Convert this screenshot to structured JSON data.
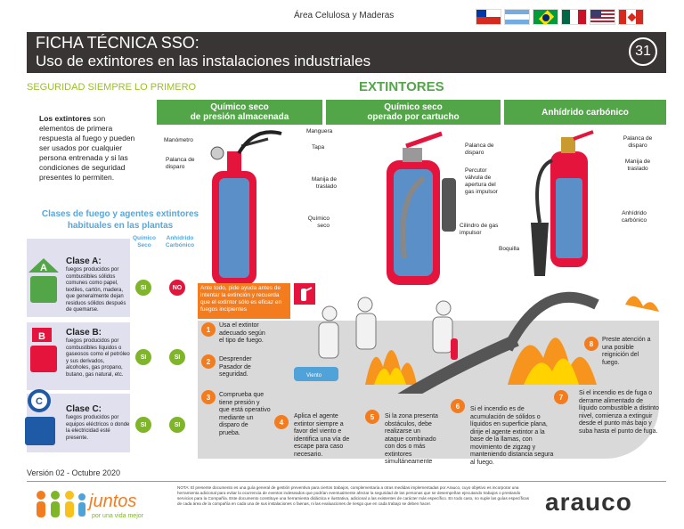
{
  "header": {
    "area": "Área Celulosa y Maderas",
    "title_line1": "FICHA TÉCNICA SSO:",
    "title_line2": "Uso de extintores en las instalaciones industriales",
    "page_number": "31",
    "flags": [
      "chile-flag",
      "argentina-flag",
      "brazil-flag",
      "mexico-flag",
      "usa-flag",
      "canada-flag"
    ]
  },
  "slogan": "SEGURIDAD SIEMPRE LO PRIMERO",
  "heading": "EXTINTORES",
  "columns": [
    {
      "line1": "Químico seco",
      "line2": "de presión almacenada"
    },
    {
      "line1": "Químico seco",
      "line2": "operado por cartucho"
    },
    {
      "line1": "Anhídrido carbónico",
      "line2": ""
    }
  ],
  "intro": {
    "bold": "Los extintores",
    "rest": " son elementos de primera respuesta al fuego y pueden ser usados por cualquier persona entrenada y si las condiciones de seguridad presentes lo permiten."
  },
  "classes_title": "Clases de fuego y agentes extintores habituales en las plantas",
  "agent_headers": {
    "quimico": "Químico Seco",
    "anhidrido": "Anhídrido Carbónico"
  },
  "classes": [
    {
      "letter": "A",
      "name": "Clase A:",
      "desc": "fuegos producidos por combustibles sólidos comunes como papel, textiles, cartón, madera, que generalmente dejan residuos sólidos después de quemarse.",
      "quimico": "SI",
      "anhidrido": "NO"
    },
    {
      "letter": "B",
      "name": "Clase B:",
      "desc": "fuegos producidos por combustibles líquidos o gaseosos como el petróleo y sus derivados, alcoholes, gas propano, butano, gas natural, etc.",
      "quimico": "SI",
      "anhidrido": "SI"
    },
    {
      "letter": "C",
      "name": "Clase C:",
      "desc": "fuegos producidos por equipos eléctricos o donde la electricidad esté presente.",
      "quimico": "SI",
      "anhidrido": "SI"
    }
  ],
  "extinguisher_labels": {
    "manometro": "Manómetro",
    "palanca1": "Palanca de disparo",
    "manguera": "Manguera",
    "tapa": "Tapa",
    "manija1": "Manija de traslado",
    "quimico_seco": "Químico seco",
    "palanca2": "Palanca de disparo",
    "percutor": "Percutor válvula de apertura del gas impulsor",
    "cilindro": "Cilindro de gas impulsor",
    "boquilla": "Boquilla",
    "palanca3": "Palanca de disparo",
    "manija3": "Manija de traslado",
    "anhidrido": "Anhídrido carbónico"
  },
  "warning": "Ante todo, pide ayuda antes de intentar la extinción y recuerda que el extintor sólo es eficaz en fuegos incipientes",
  "wind_label": "Viento",
  "steps": [
    {
      "n": "1",
      "text": "Usa el extintor adecuado según el tipo de fuego."
    },
    {
      "n": "2",
      "text": "Desprender Pasador de seguridad."
    },
    {
      "n": "3",
      "text": "Comprueba que tiene presión y que está operativo mediante un disparo de prueba."
    },
    {
      "n": "4",
      "text": "Aplica el agente extintor siempre a favor del viento e identifica una vía de escape para caso necesario."
    },
    {
      "n": "5",
      "text": "Si la zona presenta obstáculos, debe realizarse un ataque combinado con dos o más extintores simultáneamente"
    },
    {
      "n": "6",
      "text": "Si el incendio es de acumulación de sólidos o líquidos en superficie plana, dirije el agente extintor a la base de la llamas, con movimiento de zigzag y manteniendo distancia segura al fuego."
    },
    {
      "n": "7",
      "text": "Si el incendio es de fuga o derrame alimentado de líquido combustible a distinto nivel, comienza a extinguir desde el punto más bajo y suba hasta el punto de fuga."
    },
    {
      "n": "8",
      "text": "Preste atención a una posible reignición del fuego."
    }
  ],
  "footer": {
    "version": "Versión 02 - Octubre 2020",
    "juntos": "juntos",
    "juntos_sub": "por una vida mejor",
    "note": "NOTA: El presente documento es una guía general de gestión preventiva para ciertos trabajos, complementaria a otras medidas implementadas por Arauco, cuyo objetivo es incorporar una herramienta adicional para evitar la ocurrencia de eventos indeseados que podrían eventualmente afectar la seguridad de las personas que se desempeñan ejecutando trabajos o prestando servicios para la Compañía. Este documento constituye una herramienta didáctica e ilustrativa, adicional a las existentes de carácter más específico. En todo caso, no suple las guías específicas de cada área de la compañía en cada una de sus instalaciones o faenas, ni las evaluaciones de riesgo que en cada trabajo se deben hacer.",
    "brand": "arauco"
  }
}
